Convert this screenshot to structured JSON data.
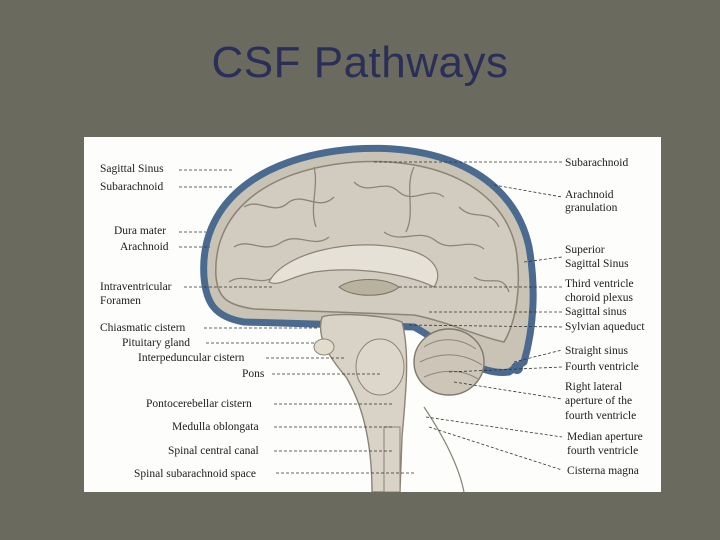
{
  "slide": {
    "title": "CSF Pathways"
  },
  "figure": {
    "left_labels": [
      "Sagittal Sinus",
      "Subarachnoid",
      "Dura mater",
      "Arachnoid",
      "Intraventricular",
      "Foramen",
      "Chiasmatic cistern",
      "Pituitary gland",
      "Interpeduncular cistern",
      "Pons",
      "Pontocerebellar cistern",
      "Medulla oblongata",
      "Spinal central canal",
      "Spinal subarachnoid space"
    ],
    "right_labels": [
      "Subarachnoid",
      "Arachnoid",
      "granulation",
      "Superior",
      "Sagittal Sinus",
      "Third ventricle",
      "choroid plexus",
      "Sagittal sinus",
      "Sylvian aqueduct",
      "Straight sinus",
      "Fourth ventricle",
      "Right lateral",
      "aperture of the",
      "fourth ventricle",
      "Median aperture",
      "fourth ventricle",
      "Cisterna magna"
    ]
  },
  "colors": {
    "background": "#6a6b5e",
    "title": "#2b2f58",
    "sinus": "#4b6a8f",
    "brain": "#cfc9bd"
  }
}
